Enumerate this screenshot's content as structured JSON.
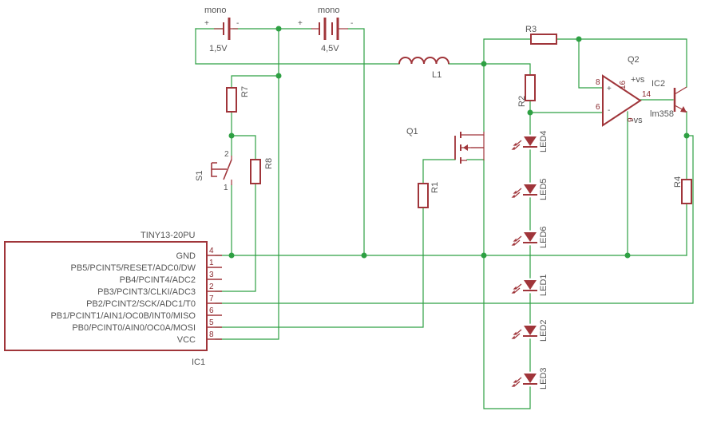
{
  "colors": {
    "wire": "#2ea043",
    "part": "#a0353a",
    "label": "#555555"
  },
  "battery1": {
    "name": "mono",
    "value": "1,5V",
    "plus": "+",
    "minus": "-"
  },
  "battery2": {
    "name": "mono",
    "value": "4,5V",
    "plus": "+",
    "minus": "-"
  },
  "inductor": {
    "name": "L1"
  },
  "resistors": {
    "r1": "R1",
    "r2": "R2",
    "r3": "R3",
    "r4": "R4",
    "r7": "R7",
    "r8": "R8"
  },
  "switch": {
    "name": "S1",
    "pin1": "1",
    "pin2": "2"
  },
  "mosfet": {
    "name": "Q1"
  },
  "opamp": {
    "name": "IC2",
    "part": "lm358",
    "vplus": "+vs",
    "vminus": "-vs",
    "pin_plus": "8",
    "pin_minus": "6",
    "pin_out": "14",
    "pin_vs": "16",
    "pin_gnd": "9",
    "plus_sign": "+",
    "minus_sign": "-"
  },
  "transistor": {
    "name": "Q2"
  },
  "leds": [
    "LED4",
    "LED5",
    "LED6",
    "LED1",
    "LED2",
    "LED3"
  ],
  "mcu": {
    "part": "TINY13-20PU",
    "name": "IC1",
    "pins": [
      {
        "label": "GND",
        "num": "4"
      },
      {
        "label": "PB5/PCINT5/RESET/ADC0/DW",
        "num": "1"
      },
      {
        "label": "PB4/PCINT4/ADC2",
        "num": "3"
      },
      {
        "label": "PB3/PCINT3/CLKI/ADC3",
        "num": "2"
      },
      {
        "label": "PB2/PCINT2/SCK/ADC1/T0",
        "num": "7"
      },
      {
        "label": "PB1/PCINT1/AIN1/OC0B/INT0/MISO",
        "num": "6"
      },
      {
        "label": "PB0/PCINT0/AIN0/OC0A/MOSI",
        "num": "5"
      },
      {
        "label": "VCC",
        "num": "8"
      }
    ]
  }
}
